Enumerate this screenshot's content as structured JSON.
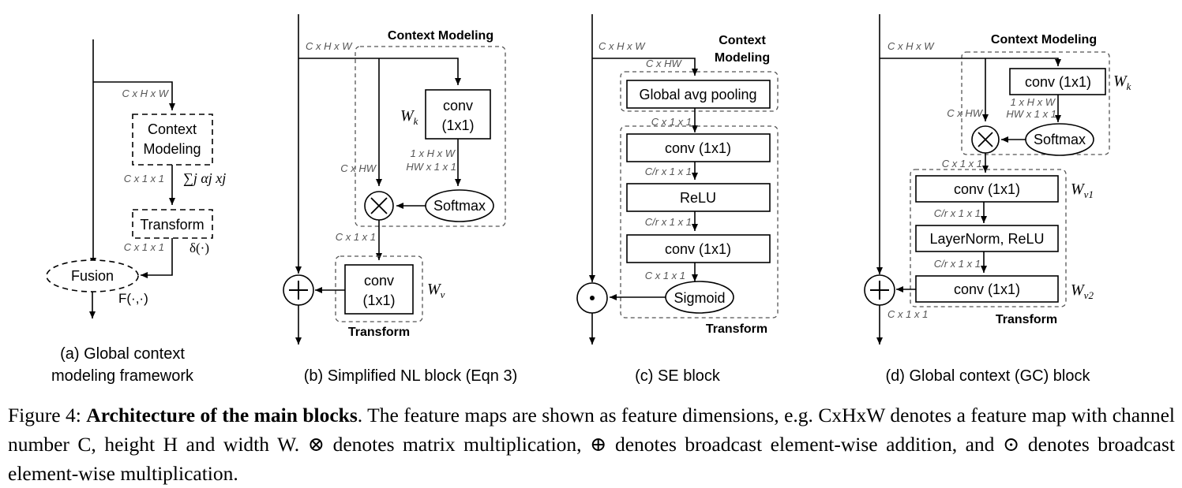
{
  "panels": {
    "a": {
      "caption_line1": "(a) Global context",
      "caption_line2": "modeling framework",
      "dim_in": "C x H x W",
      "context_line1": "Context",
      "context_line2": "Modeling",
      "dim_mid": "C x 1 x 1",
      "sum_formula": "∑j αj xj",
      "transform": "Transform",
      "dim_out": "C x 1 x 1",
      "delta": "δ(·)",
      "fusion": "Fusion",
      "fusion_fn": "F(·,·)"
    },
    "b": {
      "caption": "(b) Simplified NL block (Eqn 3)",
      "dim_in": "C x H x W",
      "context_title": "Context Modeling",
      "conv_line1": "conv",
      "conv_line2": "(1x1)",
      "wk": "W",
      "wk_sub": "k",
      "dim_attn1": "1 x H x W",
      "dim_attn2": "HW x 1 x 1",
      "dim_chw": "C x HW",
      "softmax": "Softmax",
      "dim_ctx": "C x 1 x 1",
      "conv2_line1": "conv",
      "conv2_line2": "(1x1)",
      "wv": "W",
      "wv_sub": "v",
      "transform_title": "Transform"
    },
    "c": {
      "caption": "(c) SE block",
      "dim_in": "C x H x W",
      "dim_chw": "C x HW",
      "context_title1": "Context",
      "context_title2": "Modeling",
      "gap": "Global avg pooling",
      "dim1": "C x 1 x 1",
      "conv1": "conv (1x1)",
      "dim2": "C/r x 1 x 1",
      "relu": "ReLU",
      "dim3": "C/r x 1 x 1",
      "conv2": "conv (1x1)",
      "dim4": "C x 1 x 1",
      "sigmoid": "Sigmoid",
      "transform_title": "Transform"
    },
    "d": {
      "caption": "(d) Global context (GC) block",
      "dim_in": "C x H x W",
      "context_title": "Context Modeling",
      "conv_k": "conv (1x1)",
      "wk": "W",
      "wk_sub": "k",
      "dim_attn1": "1 x H x W",
      "dim_attn2": "HW x 1 x 1",
      "dim_chw": "C x HW",
      "softmax": "Softmax",
      "dim_ctx": "C x 1 x 1",
      "conv_v1": "conv (1x1)",
      "wv1": "W",
      "wv1_sub": "v1",
      "dim2": "C/r x 1 x 1",
      "ln": "LayerNorm, ReLU",
      "dim3": "C/r x 1 x 1",
      "conv_v2": "conv (1x1)",
      "wv2": "W",
      "wv2_sub": "v2",
      "dim_out": "C x 1 x 1",
      "transform_title": "Transform"
    }
  },
  "caption": {
    "prefix": "Figure 4: ",
    "title": "Architecture of the main blocks",
    "body": ". The feature maps are shown as feature dimensions, e.g. CxHxW denotes a feature map with channel number C, height H and width W. ⊗ denotes matrix multiplication, ⊕ denotes broadcast element-wise addition, and ⊙ denotes broadcast element-wise multiplication."
  }
}
